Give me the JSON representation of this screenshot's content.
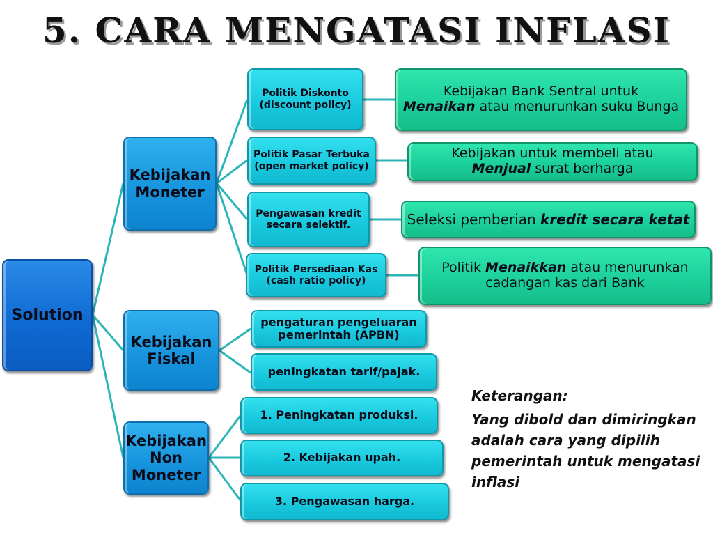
{
  "title": "5. Cara Mengatasi Inflasi",
  "root": {
    "label": "Solution"
  },
  "branches": [
    {
      "label": "Kebijakan Moneter",
      "children": [
        {
          "label_line1": "Politik Diskonto",
          "label_line2": "(discount policy)",
          "detail": {
            "pre": "Kebijakan Bank Sentral untuk",
            "emph": "Menaikan",
            "post": "atau menurunkan suku Bunga"
          }
        },
        {
          "label_line1": "Politik Pasar Terbuka",
          "label_line2": "(open market policy)",
          "detail": {
            "pre": "Kebijakan untuk membeli atau",
            "emph": "Menjual",
            "post": "surat berharga"
          }
        },
        {
          "label_line1": "Pengawasan kredit",
          "label_line2": "secara selektif.",
          "detail": {
            "pre": "Seleksi pemberian",
            "emph": "kredit secara ketat",
            "post": ""
          }
        },
        {
          "label_line1": "Politik Persediaan Kas",
          "label_line2": "(cash ratio policy)",
          "detail": {
            "pre": "Politik",
            "emph": "Menaikkan",
            "post": "atau menurunkan cadangan kas dari Bank"
          }
        }
      ]
    },
    {
      "label": "Kebijakan Fiskal",
      "children": [
        {
          "label_line1": "pengaturan pengeluaran",
          "label_line2": "pemerintah (APBN)"
        },
        {
          "label_line1": "peningkatan tarif/pajak.",
          "label_line2": ""
        }
      ]
    },
    {
      "label": "Kebijakan Non Moneter",
      "children": [
        {
          "label_line1": "1. Peningkatan produksi.",
          "label_line2": ""
        },
        {
          "label_line1": "2. Kebijakan upah.",
          "label_line2": ""
        },
        {
          "label_line1": "3. Pengawasan harga.",
          "label_line2": ""
        }
      ]
    }
  ],
  "note": {
    "heading": "Keterangan:",
    "body": "Yang dibold dan dimiringkan adalah cara yang dipilih pemerintah untuk mengatasi inflasi"
  },
  "colors": {
    "root": "#0f6bd3",
    "branch": "#1693dc",
    "leaf": "#18c8dd",
    "detail": "#1bcf98",
    "connector": "#2cb5b8"
  }
}
